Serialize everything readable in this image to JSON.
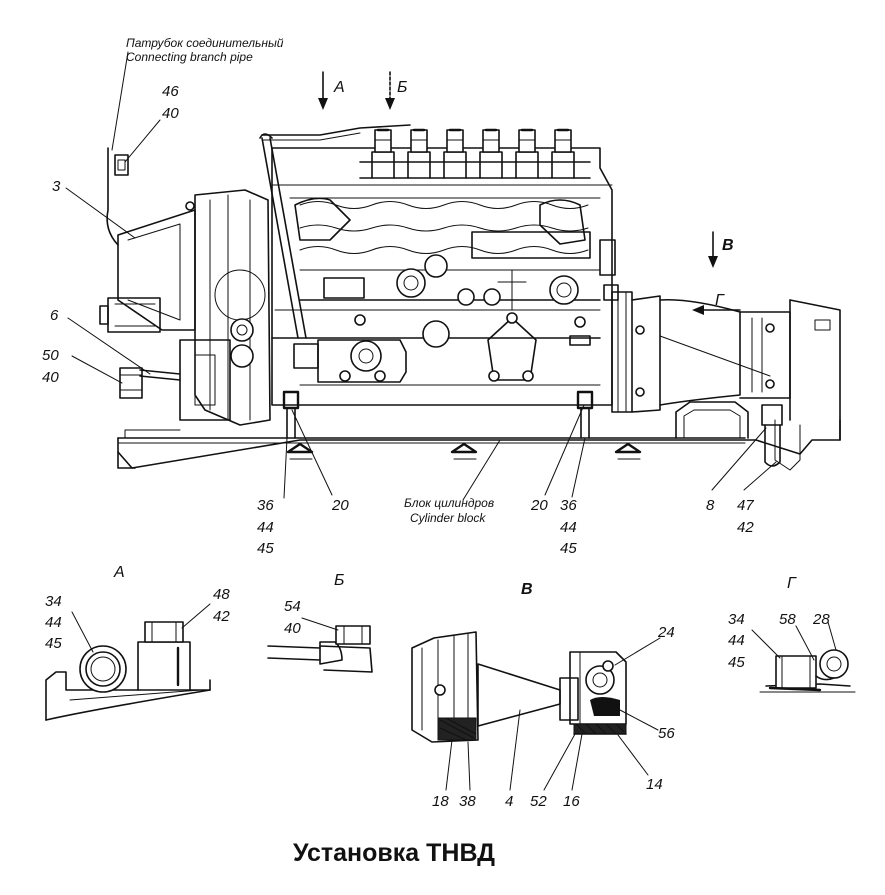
{
  "title": "Установка ТНВД",
  "top_note": {
    "ru": "Патрубок соединительный",
    "en": "Connecting branch pipe"
  },
  "cylinder_block": {
    "ru": "Блок цилиндров",
    "en": "Cylinder block"
  },
  "view_arrows": {
    "a": "А",
    "b": "Б",
    "v": "В",
    "g": "Г"
  },
  "callouts": {
    "c46": "46",
    "c40a": "40",
    "c3": "3",
    "c6": "6",
    "c50": "50",
    "c40b": "40",
    "c36a": "36",
    "c44a": "44",
    "c45a": "45",
    "c20a": "20",
    "c20b": "20",
    "c36b": "36",
    "c44b": "44",
    "c45b": "45",
    "c8": "8",
    "c47": "47",
    "c42a": "42"
  },
  "views": [
    {
      "name": "А",
      "labels": {
        "l1": "34",
        "l2": "44",
        "l3": "45",
        "r1": "48",
        "r2": "42"
      }
    },
    {
      "name": "Б",
      "labels": {
        "l1": "54",
        "l2": "40"
      }
    },
    {
      "name": "В",
      "labels": {
        "r24": "24",
        "r56": "56",
        "r14": "14",
        "b18": "18",
        "b38": "38",
        "b4": "4",
        "b52": "52",
        "b16": "16"
      }
    },
    {
      "name": "Г",
      "labels": {
        "l1": "34",
        "l2": "44",
        "l3": "45",
        "l58": "58",
        "l28": "28"
      }
    }
  ],
  "colors": {
    "ink": "#111111",
    "paper": "#ffffff"
  }
}
